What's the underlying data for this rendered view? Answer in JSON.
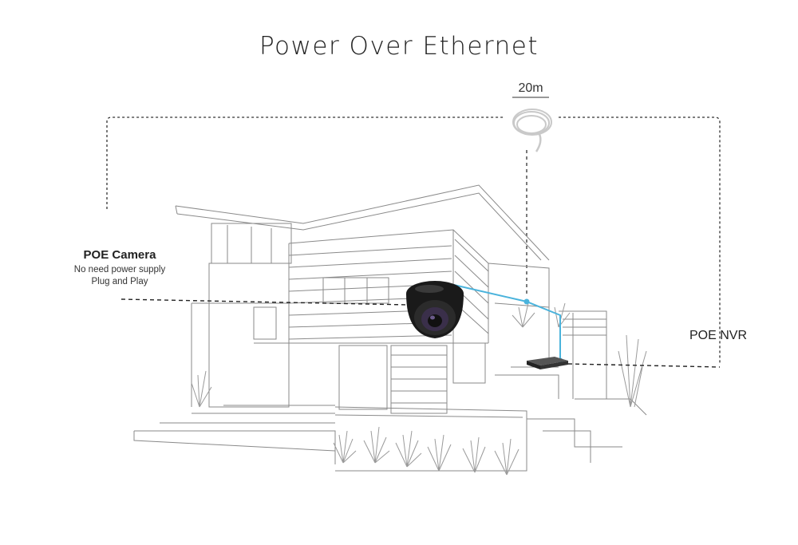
{
  "title": "Power Over Ethernet",
  "cable": {
    "length_label": "20m"
  },
  "camera": {
    "title": "POE Camera",
    "lines": [
      "No need power supply",
      "Plug and Play"
    ]
  },
  "nvr": {
    "title": "POE NVR"
  },
  "colors": {
    "cable_blue": "#4ab3dc",
    "sketch": "#8a8a8a",
    "dashed": "#333333",
    "camera_body": "#1a1a1a"
  }
}
